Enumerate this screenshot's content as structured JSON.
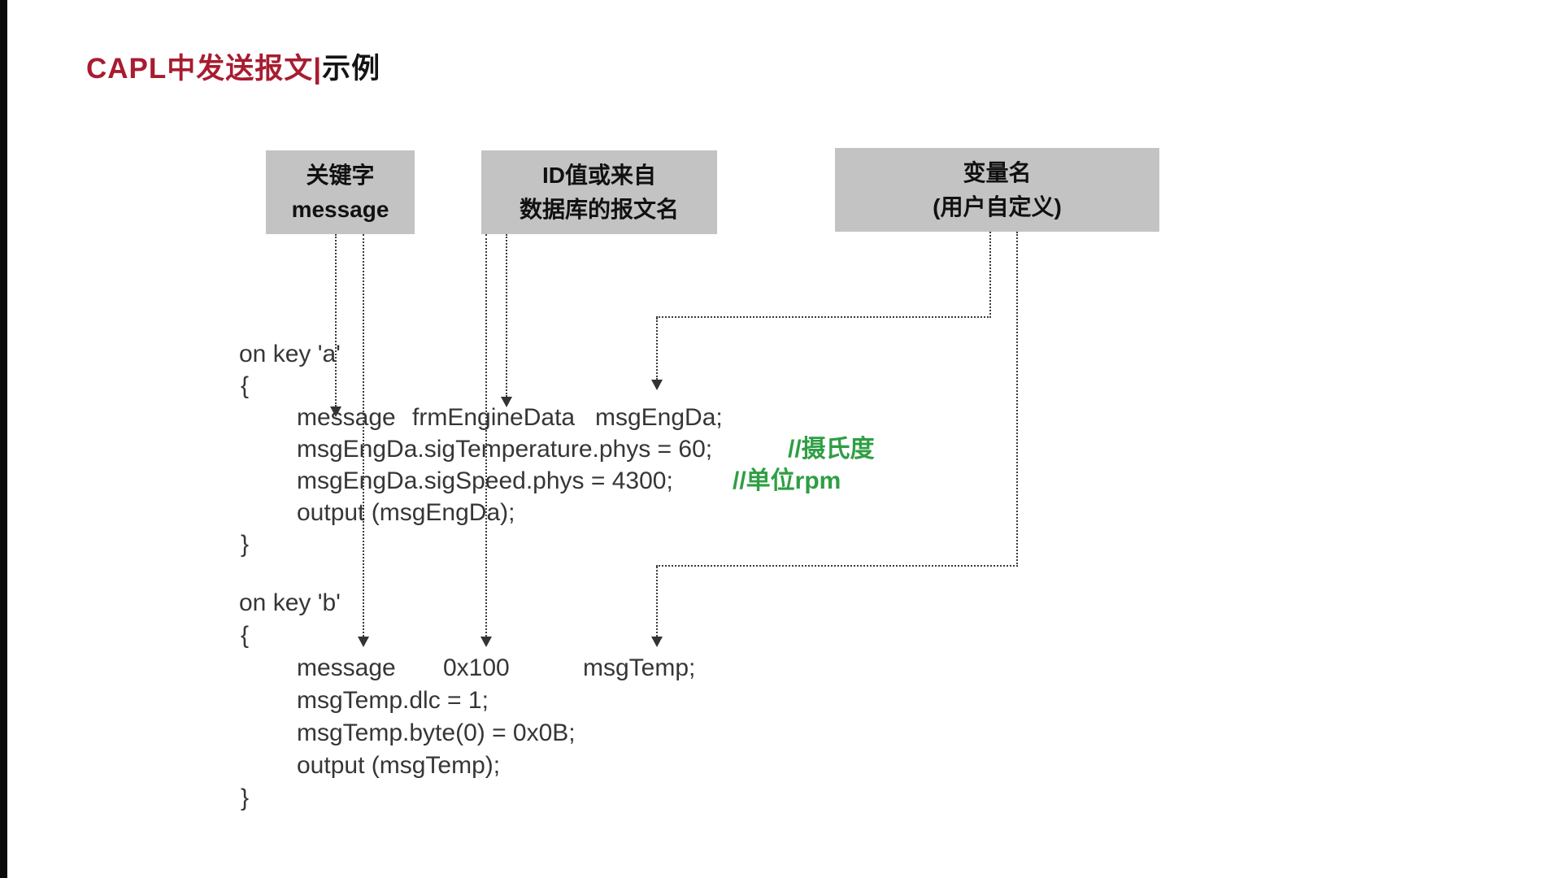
{
  "title": {
    "red_part": "CAPL中发送报文|",
    "black_part": "示例"
  },
  "label_boxes": {
    "keyword": {
      "line1": "关键字",
      "line2": "message"
    },
    "id": {
      "line1": "ID值或来自",
      "line2": "数据库的报文名"
    },
    "variable": {
      "line1": "变量名",
      "line2": "(用户自定义)"
    }
  },
  "code_a": {
    "header": "on key 'a'",
    "open_brace": "{",
    "decl_tokens": {
      "keyword": "message",
      "frame": "frmEngineData",
      "variable": "msgEngDa;"
    },
    "statements": [
      {
        "code": "msgEngDa.sigTemperature.phys = 60;",
        "comment": "//摄氏度"
      },
      {
        "code": "msgEngDa.sigSpeed.phys = 4300;",
        "comment": "//单位rpm"
      },
      {
        "code": "output (msgEngDa);",
        "comment": ""
      }
    ],
    "close_brace": "}"
  },
  "code_b": {
    "header": "on key 'b'",
    "open_brace": "{",
    "decl_tokens": {
      "keyword": "message",
      "frame": "0x100",
      "variable": "msgTemp;"
    },
    "statements": [
      {
        "code": "msgTemp.dlc = 1;",
        "comment": ""
      },
      {
        "code": "msgTemp.byte(0) = 0x0B;",
        "comment": ""
      },
      {
        "code": "output (msgTemp);",
        "comment": ""
      }
    ],
    "close_brace": "}"
  },
  "colors": {
    "accent_red": "#a81c30",
    "comment_green": "#2f9e44",
    "box_gray": "#c3c3c3"
  }
}
